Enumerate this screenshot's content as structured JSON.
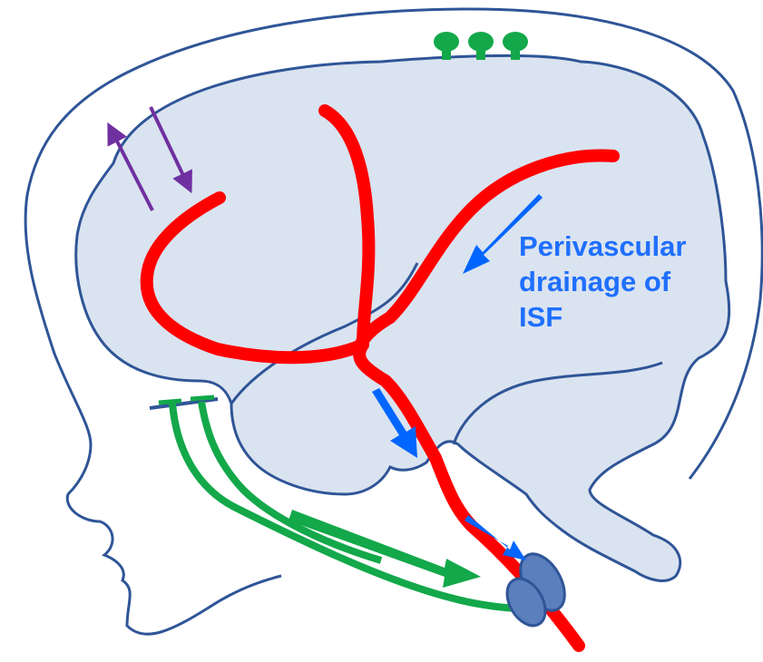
{
  "annotation": {
    "lines": [
      "Perivascular",
      "drainage of",
      "ISF"
    ]
  },
  "colors": {
    "background": "#ffffff",
    "outline": "#2f5597",
    "brain_fill": "#dae3f0",
    "artery": "#ff0000",
    "perivascular_flow": "#0066ff",
    "csf_pathway": "#13a84a",
    "exchange_arrows": "#7030a0",
    "lymph_node": "#5b7fbd",
    "label_text": "#1f6fff"
  },
  "icons": {
    "arachnoid_granulations": "green-mushroom-shapes",
    "lymph_nodes": "blue-ovals",
    "flow_arrows": "arrow-icon"
  }
}
